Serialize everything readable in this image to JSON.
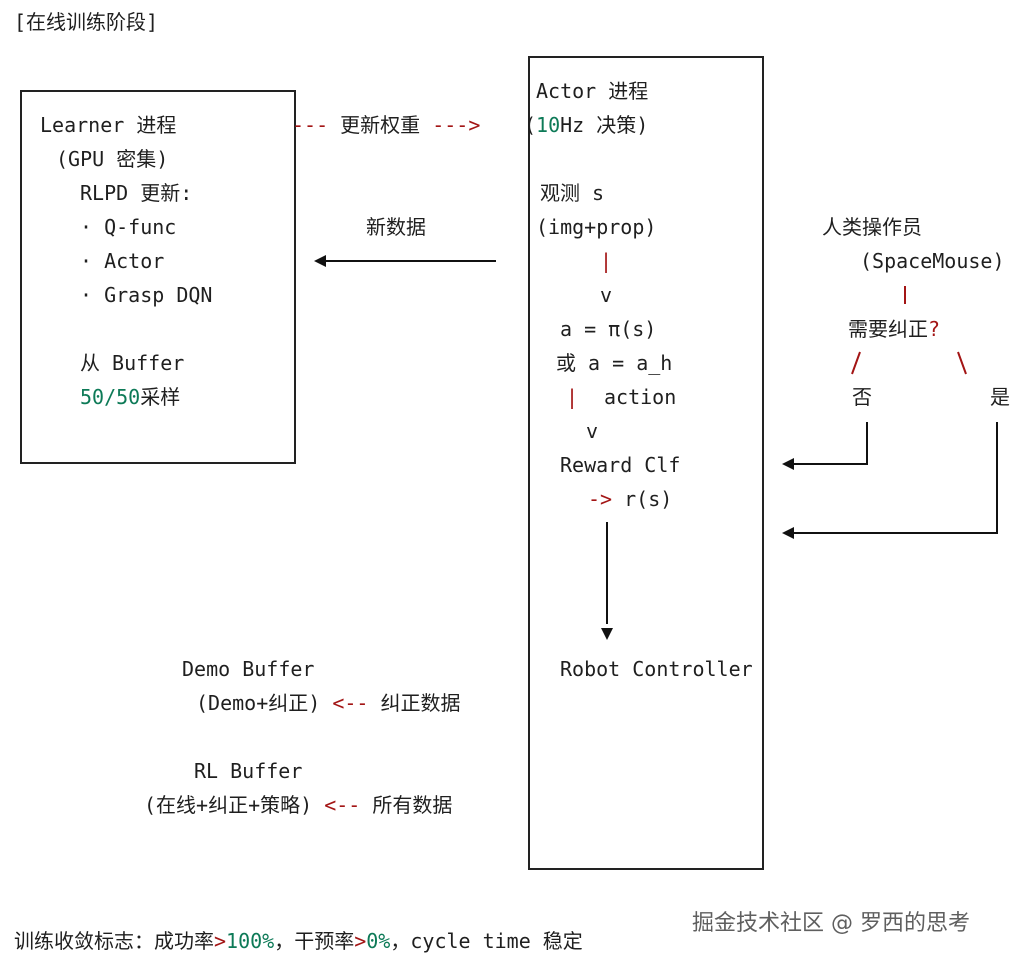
{
  "stage_label": "[在线训练阶段]",
  "learner": {
    "title": "Learner 进程",
    "gpu": "(GPU 密集)",
    "rlpd": "RLPD 更新:",
    "items": [
      "· Q-func",
      "· Actor",
      "· Grasp DQN"
    ],
    "from_buffer": "从 Buffer",
    "sampling_ratio": "50/50",
    "sampling_word": "采样"
  },
  "arrow_update_weights": {
    "dashes_left": "---",
    "label": "更新权重",
    "arrow_right": "--->"
  },
  "new_data_label": "新数据",
  "actor": {
    "title": "Actor 进程",
    "freq_number": "10",
    "freq_rest": "Hz 决策)",
    "observe": "观测 s",
    "obs_inputs": "(img+prop)",
    "pipe": "|",
    "v1": "v",
    "policy": "a = π(s)",
    "or_human": "或 a = a_h",
    "action": "action",
    "v2": "v",
    "reward": "Reward Clf",
    "reward_arrow": "->",
    "reward_value": "r(s)",
    "controller": "Robot Controller"
  },
  "human": {
    "title": "人类操作员",
    "device": "(SpaceMouse)",
    "question": "需要纠正",
    "question_mark": "?",
    "no": "否",
    "yes": "是"
  },
  "buffers": {
    "demo_title": "Demo Buffer",
    "demo_contents": "(Demo+纠正)",
    "demo_arrow": "<--",
    "demo_source": "纠正数据",
    "rl_title": "RL Buffer",
    "rl_contents": "(在线+纠正+策略)",
    "rl_arrow": "<--",
    "rl_source": "所有数据"
  },
  "footer": {
    "prefix": "训练收敛标志：成功率",
    "gt1": ">",
    "success_value": "100%",
    "mid": "，干预率",
    "gt2": ">",
    "intervention_value": "0%",
    "suffix": "，cycle time 稳定"
  },
  "watermark": "掘金技术社区 @ 罗西的思考"
}
